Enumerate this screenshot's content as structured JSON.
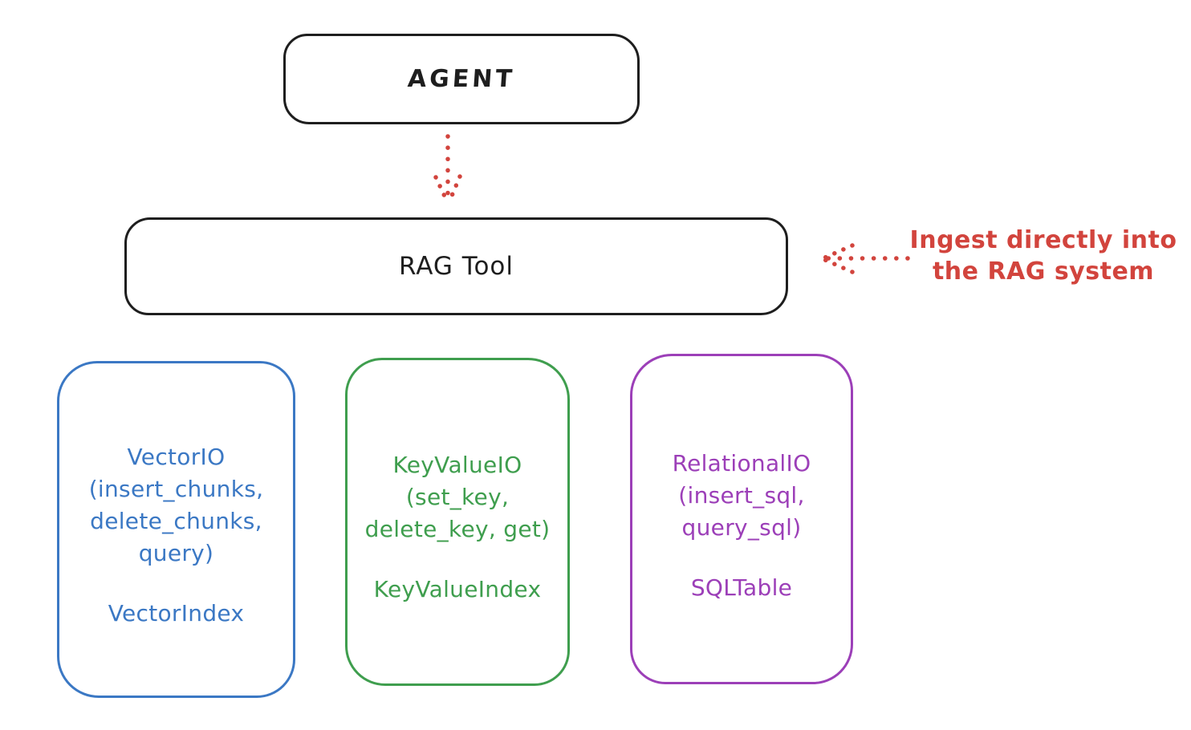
{
  "diagram": {
    "agent_box": {
      "label": "AGENT"
    },
    "rag_tool_box": {
      "label": "RAG Tool"
    },
    "ingest_annotation": {
      "line1": "Ingest directly into",
      "line2": "the RAG system"
    },
    "io_boxes": [
      {
        "name": "vector-io",
        "color": "#3b78c4",
        "lines": [
          "VectorIO",
          "(insert_chunks,",
          "delete_chunks,",
          "query)"
        ],
        "index_label": "VectorIndex"
      },
      {
        "name": "keyvalue-io",
        "color": "#3f9e4e",
        "lines": [
          "KeyValueIO",
          "(set_key,",
          "delete_key, get)"
        ],
        "index_label": "KeyValueIndex"
      },
      {
        "name": "relational-io",
        "color": "#9c3fb8",
        "lines": [
          "RelationalIO",
          "(insert_sql,",
          "query_sql)"
        ],
        "index_label": "SQLTable"
      }
    ],
    "colors": {
      "stroke": "#1e1e1e",
      "arrow_red": "#d2443d",
      "vector_blue": "#3b78c4",
      "keyvalue_green": "#3f9e4e",
      "relational_purple": "#9c3fb8",
      "background": "#ffffff"
    }
  }
}
